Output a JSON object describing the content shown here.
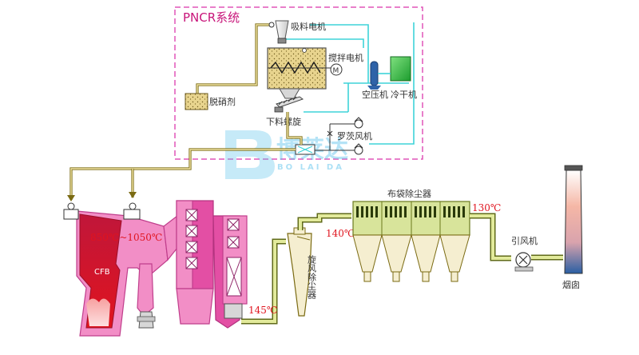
{
  "system_box": {
    "title": "PNCR系统"
  },
  "components": {
    "suction_motor": "吸料电机",
    "mixer_motor": "搅拌电机",
    "air_compressor": "空压机",
    "cold_dryer": "冷干机",
    "denitrifier": "脱硝剂",
    "screw_feeder": "下料螺旋",
    "roots_blower": "罗茨风机",
    "cfb": "CFB",
    "cyclone": "旋风除尘器",
    "bag_filter": "布袋除尘器",
    "induced_fan": "引风机",
    "chimney": "烟囱"
  },
  "temperatures": {
    "furnace": "850℃~1050℃",
    "boiler_exit": "145℃",
    "cyclone_exit": "140℃",
    "bag_exit": "130℃"
  },
  "watermark": {
    "brand": "博莱达",
    "sub": "BO LAI DA"
  },
  "colors": {
    "system_border": "#e055b8",
    "boiler": "#f28ec6",
    "furnace": "#e0141e",
    "pipe": "#7a6a12",
    "signal": "#3ed3d8",
    "temp_text": "#e0141e"
  }
}
